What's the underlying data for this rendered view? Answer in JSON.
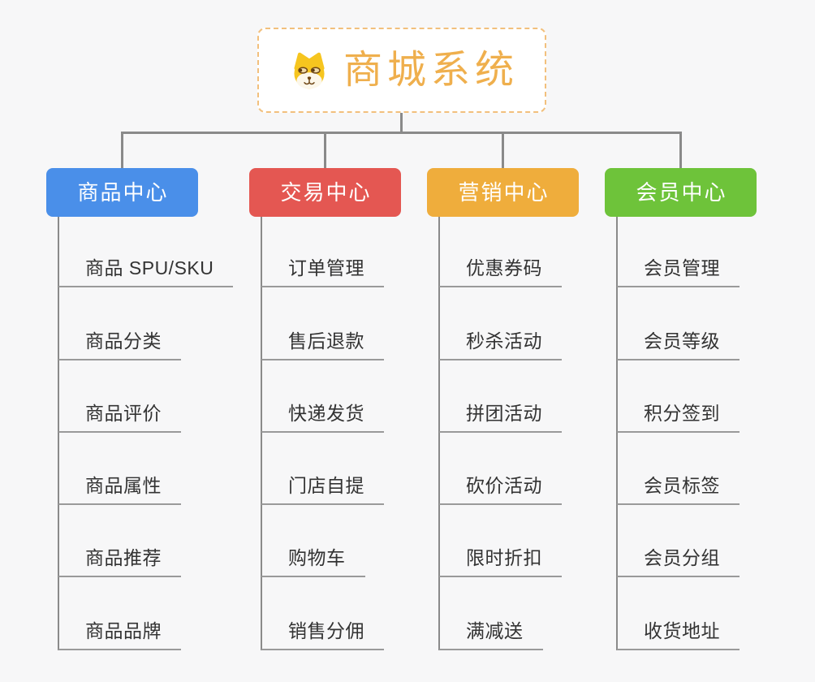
{
  "root": {
    "title": "商城系统",
    "icon": "dog-icon"
  },
  "branches": [
    {
      "label": "商品中心",
      "color": "#4a8fe9",
      "items": [
        "商品 SPU/SKU",
        "商品分类",
        "商品评价",
        "商品属性",
        "商品推荐",
        "商品品牌"
      ]
    },
    {
      "label": "交易中心",
      "color": "#e45752",
      "items": [
        "订单管理",
        "售后退款",
        "快递发货",
        "门店自提",
        "购物车",
        "销售分佣"
      ]
    },
    {
      "label": "营销中心",
      "color": "#efad3c",
      "items": [
        "优惠券码",
        "秒杀活动",
        "拼团活动",
        "砍价活动",
        "限时折扣",
        "满减送"
      ]
    },
    {
      "label": "会员中心",
      "color": "#6ec33a",
      "items": [
        "会员管理",
        "会员等级",
        "积分签到",
        "会员标签",
        "会员分组",
        "收货地址"
      ]
    }
  ],
  "colors": {
    "background": "#f7f7f8",
    "root_border": "#f2c07d",
    "root_text": "#efaf4d",
    "connector": "#8a8a8a",
    "leaf_underline": "#9a9a9a",
    "leaf_text": "#333333"
  }
}
